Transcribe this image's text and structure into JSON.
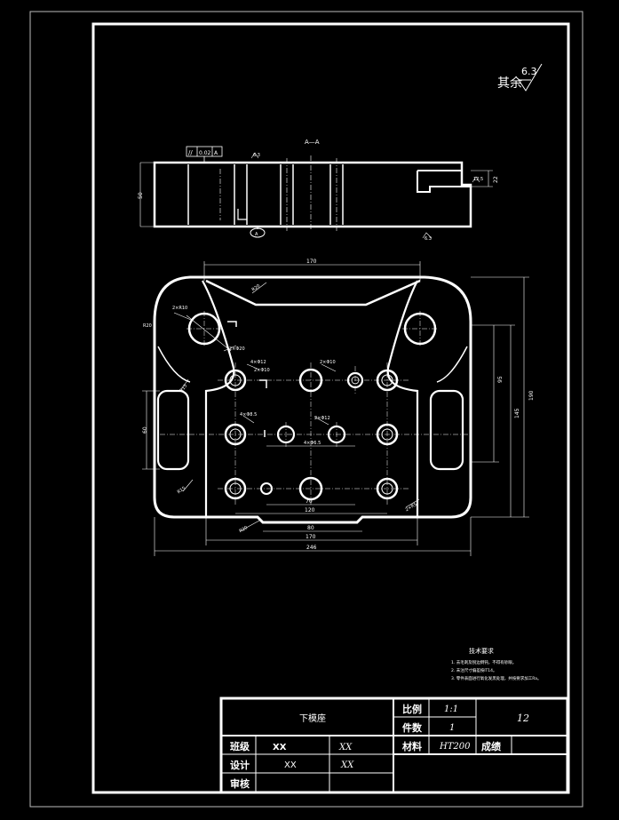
{
  "drawing": {
    "surface_symbol": {
      "prefix": "其余",
      "value": "6.3"
    },
    "section_marker": "A—A",
    "datum_letter": "A",
    "tolerance": {
      "symbol": "//",
      "value": "0.02",
      "datum": "A"
    },
    "side_view_dims": {
      "height": "50",
      "step": "22",
      "step_ra": "12.5",
      "ra_bottom": "6.3",
      "ra_top": "6.3"
    },
    "plan_dims": {
      "top_width": "170",
      "right_outer": "190",
      "right_inner": "145",
      "right_small": "95",
      "left_height": "60",
      "bottom_row": [
        "70",
        "120",
        "80",
        "170",
        "246"
      ],
      "hole_notes": [
        "2×Φ20",
        "4×Φ12",
        "2×Φ10",
        "2×Φ12",
        "4×Φ8.5",
        "2×Φ10"
      ],
      "edge_notes": [
        "2×R10",
        "R20",
        "R20",
        "R15",
        "R15",
        "R20",
        "2×R5"
      ],
      "center_small": "4×Φ6.5"
    }
  },
  "tech_requirements": {
    "title": "技术要求",
    "items": [
      "1. 去毛刺及锐边倒钝，不得有砂眼。",
      "2. 未注尺寸偏差按IT14。",
      "3. 零件表面进行氧化发黑处理，并按要求加工Ra。"
    ]
  },
  "title_block": {
    "part_name": "下模座",
    "scale_label": "比例",
    "scale_value": "1:1",
    "qty_label": "件数",
    "qty_value": "1",
    "drawing_no": "12",
    "class_label": "班级",
    "class_value": "XX",
    "class_value2": "XX",
    "material_label": "材料",
    "material_value": "HT200",
    "grade_label": "成绩",
    "design_label": "设计",
    "design_value": "XX",
    "design_value2": "XX",
    "review_label": "审核"
  }
}
